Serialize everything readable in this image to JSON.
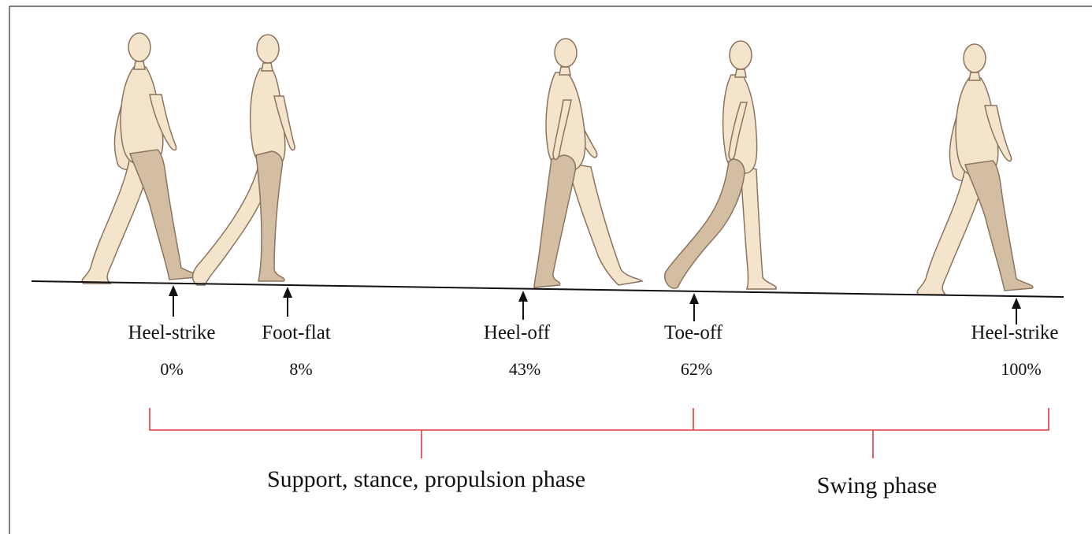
{
  "events": [
    {
      "name": "Heel-strike",
      "percent": "0%",
      "stance": "right",
      "variant": "A"
    },
    {
      "name": "Foot-flat",
      "percent": "8%",
      "stance": "right",
      "variant": "B"
    },
    {
      "name": "Heel-off",
      "percent": "43%",
      "stance": "right",
      "variant": "C"
    },
    {
      "name": "Toe-off",
      "percent": "62%",
      "stance": "right",
      "variant": "D"
    },
    {
      "name": "Heel-strike",
      "percent": "100%",
      "stance": "right",
      "variant": "A"
    }
  ],
  "phases": [
    {
      "name": "Support, stance, propulsion phase",
      "from": "0%",
      "to": "62%"
    },
    {
      "name": "Swing phase",
      "from": "62%",
      "to": "100%"
    }
  ],
  "colors": {
    "skin": "#f4e4cb",
    "skin_shade": "#d4bea3",
    "outline": "#8a7460",
    "ground": "#111111",
    "bracket": "#e23b3b",
    "frame": "#555555"
  }
}
